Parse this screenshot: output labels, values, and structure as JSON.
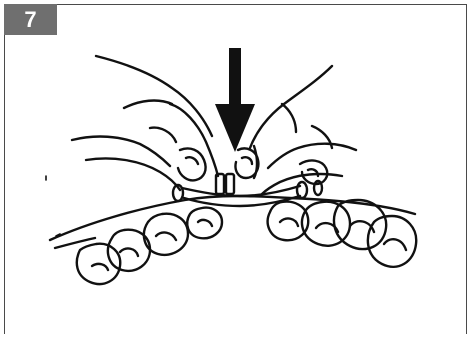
{
  "step": {
    "number": "7"
  },
  "illustration": {
    "icon": "hands-inserting-clip-between-toes",
    "arrow": "down-arrow",
    "colors": {
      "frame": "#4a4a4a",
      "badge": "#6f6f6f",
      "ink": "#111111"
    }
  }
}
